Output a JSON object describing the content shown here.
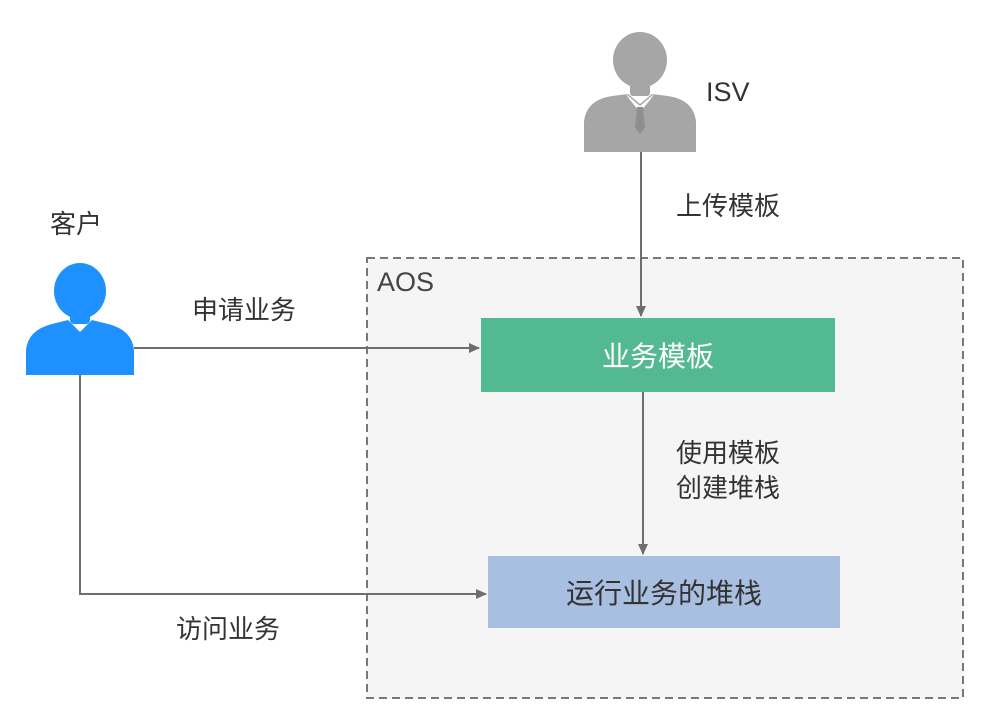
{
  "actors": {
    "isv": {
      "label": "ISV",
      "color": "#a6a6a6"
    },
    "customer": {
      "label": "客户",
      "color": "#1e90ff"
    }
  },
  "aos": {
    "label": "AOS"
  },
  "nodes": {
    "template": {
      "label": "业务模板",
      "color": "#52b993"
    },
    "stack": {
      "label": "运行业务的堆栈",
      "color": "#a9bfe1"
    }
  },
  "edges": {
    "upload": {
      "label": "上传模板"
    },
    "apply": {
      "label": "申请业务"
    },
    "use": {
      "label": "使用模板\n创建堆栈"
    },
    "visit": {
      "label": "访问业务"
    }
  },
  "colors": {
    "connector": "#6e6e6e",
    "container_border": "#777777",
    "container_fill": "#f5f5f5"
  }
}
